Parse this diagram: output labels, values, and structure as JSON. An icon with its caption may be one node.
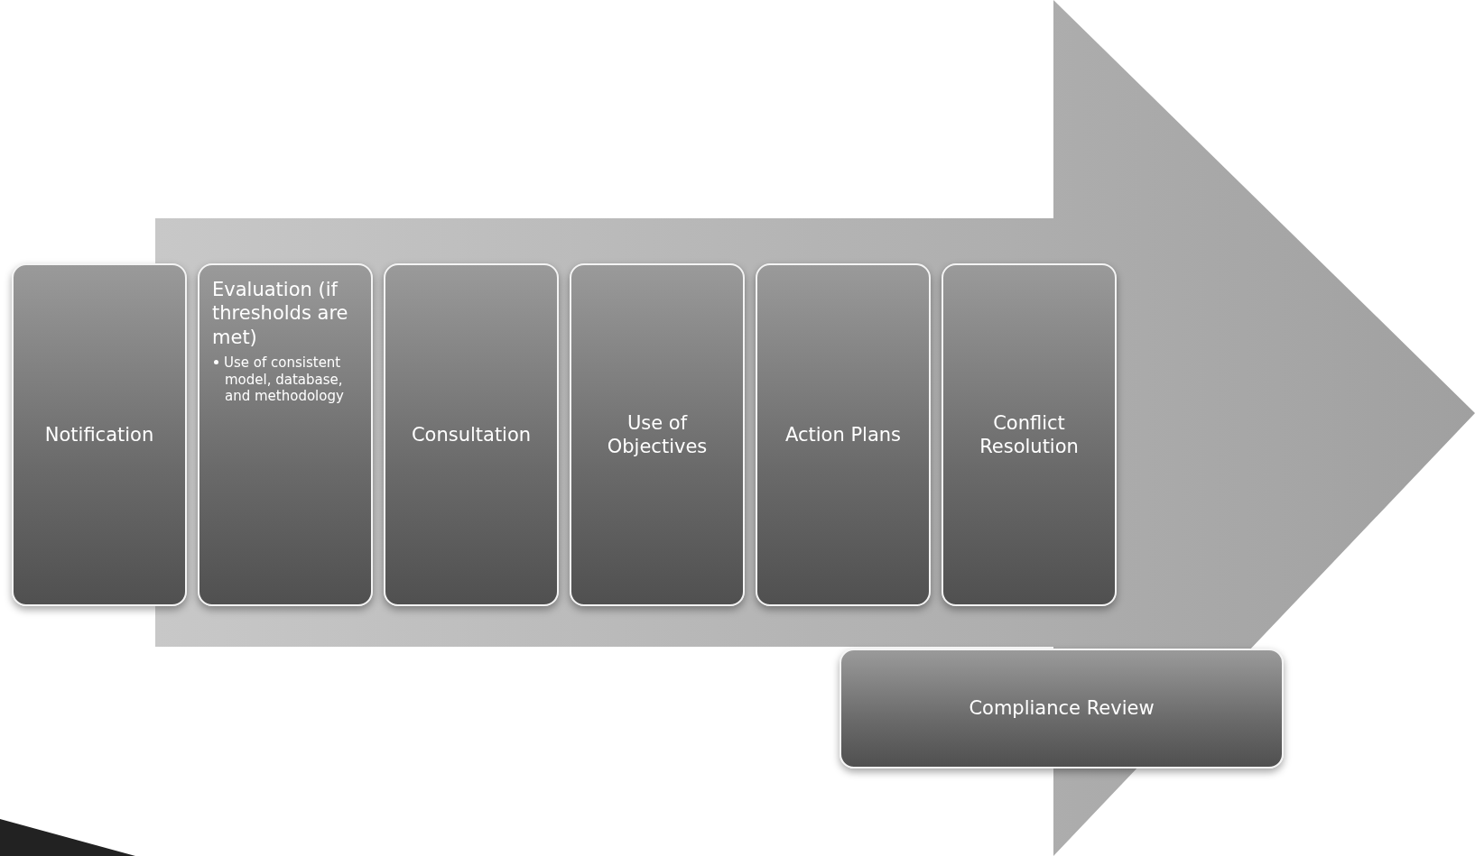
{
  "diagram": {
    "nodes": [
      {
        "text": [
          "Notification"
        ]
      },
      {
        "text": [
          "Evaluation (if thresholds are met)",
          "Use of consistent model, database, and methodology"
        ]
      },
      {
        "text": [
          "Consultation"
        ]
      },
      {
        "text": [
          "Use of Objectives"
        ]
      },
      {
        "text": [
          "Action Plans"
        ]
      },
      {
        "text": [
          "Conflict Resolution"
        ]
      },
      {
        "text": [
          "Compliance Review"
        ]
      }
    ]
  }
}
